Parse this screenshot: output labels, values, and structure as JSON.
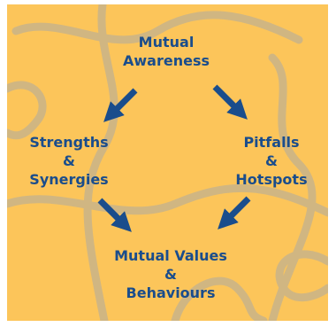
{
  "colors": {
    "background": "#fcc55a",
    "puzzle_lines": "#c9b48a",
    "text": "#1a4d8c",
    "arrows": "#1a4d8c"
  },
  "nodes": {
    "top": {
      "line1": "Mutual",
      "line2": "Awareness"
    },
    "left": {
      "line1": "Strengths",
      "line2": "&",
      "line3": "Synergies"
    },
    "right": {
      "line1": "Pitfalls",
      "line2": "&",
      "line3": "Hotspots"
    },
    "bottom": {
      "line1": "Mutual Values",
      "line2": "&",
      "line3": "Behaviours"
    }
  }
}
